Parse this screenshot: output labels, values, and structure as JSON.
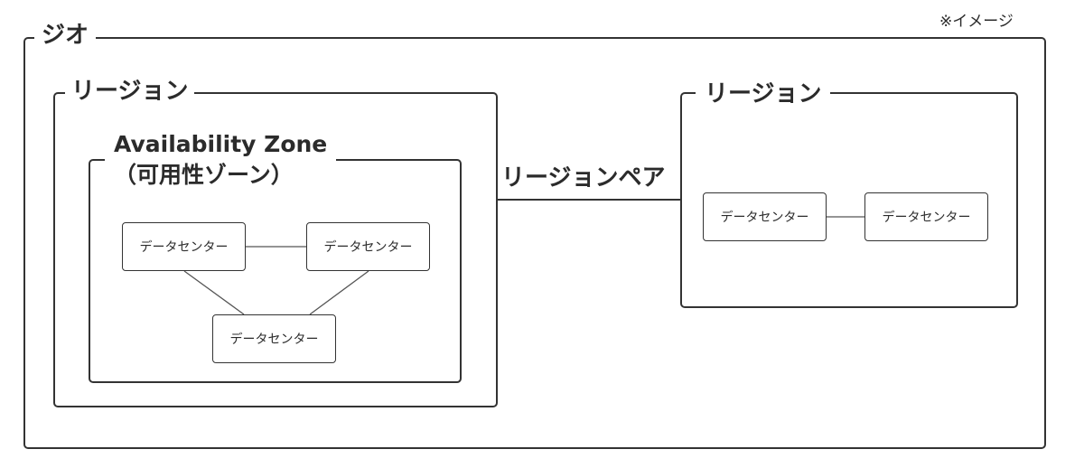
{
  "note": "※イメージ",
  "geo": {
    "label": "ジオ"
  },
  "region_left": {
    "label": "リージョン"
  },
  "region_right": {
    "label": "リージョン"
  },
  "availability_zone": {
    "label_line1": "Availability Zone",
    "label_line2": "（可用性ゾーン）"
  },
  "region_pair": {
    "label": "リージョンペア"
  },
  "datacenters": {
    "az_1": "データセンター",
    "az_2": "データセンター",
    "az_3": "データセンター",
    "right_1": "データセンター",
    "right_2": "データセンター"
  }
}
